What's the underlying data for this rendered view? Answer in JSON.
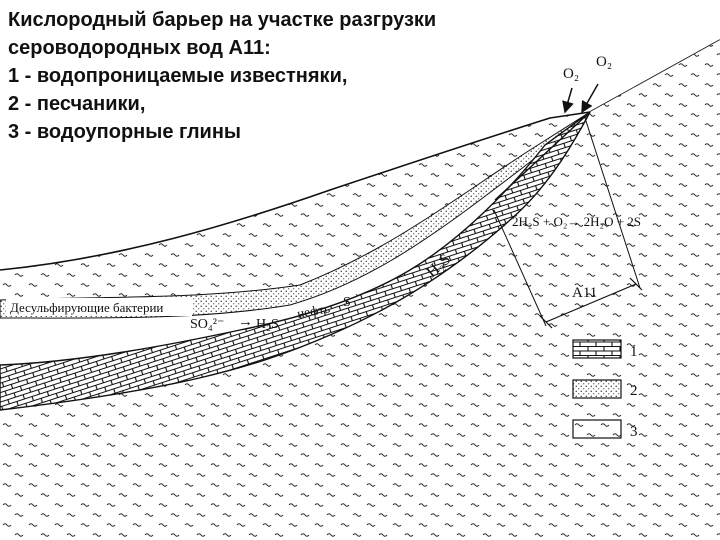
{
  "title_lines": [
    "Кислородный барьер на участке разгрузки",
    "сероводородных вод А11:",
    "1 - водопроницаемые известняки,",
    "2 - песчаники,",
    "3 - водоупорные глины"
  ],
  "labels": {
    "o2_left": "O₂",
    "o2_right": "O₂",
    "reaction": "2H₂S + O₂→ 2H₂O + 2S",
    "zone": "A11",
    "bacteria": "Десульфирующие бактерии",
    "sulfate": "SO₄²⁻",
    "arrow": "→",
    "h2s_lower": "H₂S",
    "oil": "нефть",
    "s_lower": "S",
    "h2s_upper": "H₂S"
  },
  "legend": [
    {
      "number": "1",
      "pattern": "limestone"
    },
    {
      "number": "2",
      "pattern": "sandstone"
    },
    {
      "number": "3",
      "pattern": "clay"
    }
  ]
}
